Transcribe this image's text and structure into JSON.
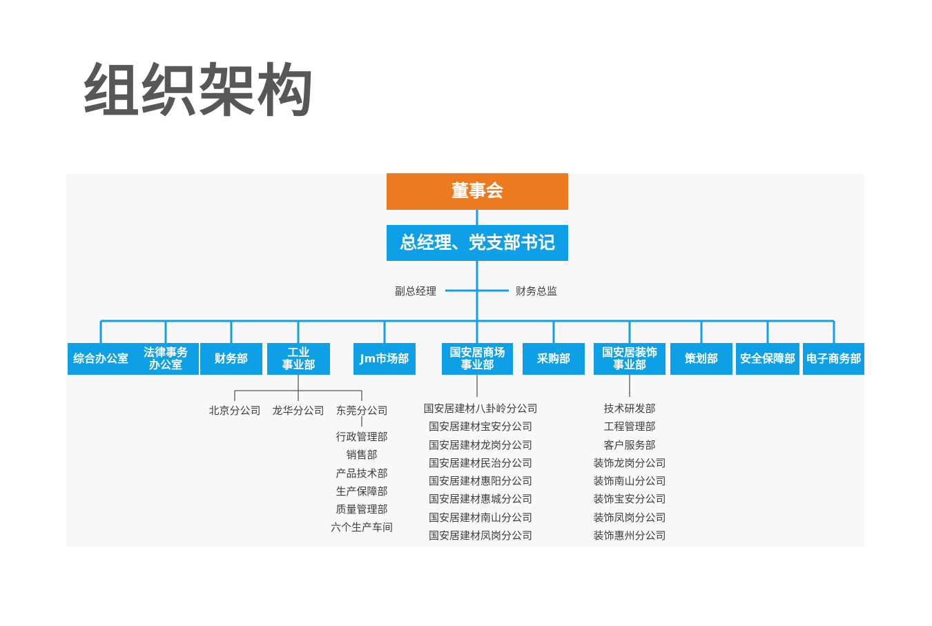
{
  "title": "组织架构",
  "board": "董事会",
  "gm": "总经理、党支部书记",
  "deputy_gm": "副总经理",
  "cfo": "财务总监",
  "departments": [
    {
      "label": "综合办公室"
    },
    {
      "label": "法律事务\n办公室"
    },
    {
      "label": "财务部"
    },
    {
      "label": "工业\n事业部"
    },
    {
      "label": "Jm市场部"
    },
    {
      "label": "国安居商场\n事业部"
    },
    {
      "label": "采购部"
    },
    {
      "label": "国安居装饰\n事业部"
    },
    {
      "label": "策划部"
    },
    {
      "label": "安全保障部"
    },
    {
      "label": "电子商务部"
    }
  ],
  "industrial_branches": [
    "北京分公司",
    "龙华分公司",
    "东莞分公司"
  ],
  "dongguan_units": [
    "行政管理部",
    "销售部",
    "产品技术部",
    "生产保障部",
    "质量管理部",
    "六个生产车间"
  ],
  "mall_branches": [
    "国安居建材八卦岭分公司",
    "国安居建材宝安分公司",
    "国安居建材龙岗分公司",
    "国安居建材民治分公司",
    "国安居建材惠阳分公司",
    "国安居建材惠城分公司",
    "国安居建材南山分公司",
    "国安居建材凤岗分公司"
  ],
  "decoration_units": [
    "技术研发部",
    "工程管理部",
    "客户服务部",
    "装饰龙岗分公司",
    "装饰南山分公司",
    "装饰宝安分公司",
    "装饰凤岗分公司",
    "装饰惠州分公司"
  ],
  "colors": {
    "accent_blue": "#0ea0e6",
    "board_orange": "#ee7a1f",
    "title_gray": "#575757",
    "text_gray": "#3d3d3d"
  }
}
